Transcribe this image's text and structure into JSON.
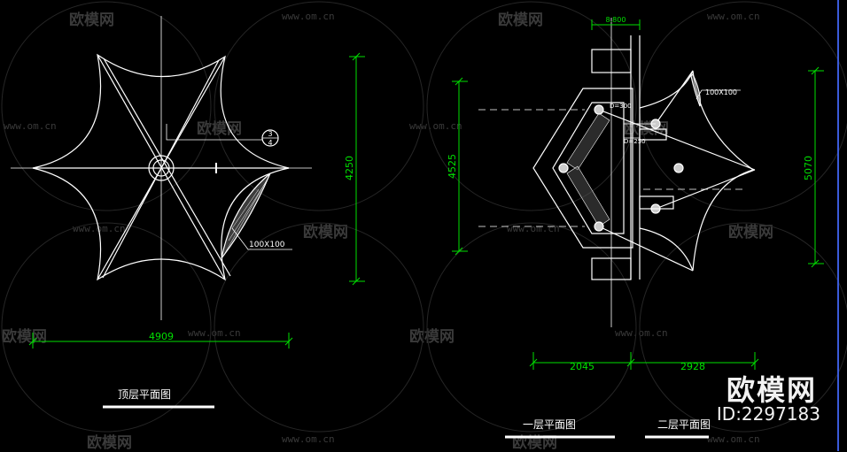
{
  "watermark": {
    "text": "欧模网",
    "url": "www.om.cn"
  },
  "brand": {
    "name": "欧模网",
    "id": "ID:2297183"
  },
  "plans": {
    "top": {
      "title": "顶层平面图",
      "dim_width": "4909",
      "dim_height": "4250",
      "mesh_note": "100X100",
      "ref_num": "3",
      "ref_den": "4"
    },
    "second": {
      "title": "二层平面图",
      "dim_left": "2045",
      "dim_right": "2928",
      "dim_height_right": "5070",
      "dim_height_left": "4525",
      "dim_top": "8.800",
      "mesh_note": "100X100",
      "note_d300": "D=300",
      "note_d250": "D=250"
    },
    "first": {
      "title": "一层平面图"
    }
  },
  "colors": {
    "line": "#ffffff",
    "dimension": "#00e000",
    "text": "#ffffff",
    "background": "#000000"
  }
}
